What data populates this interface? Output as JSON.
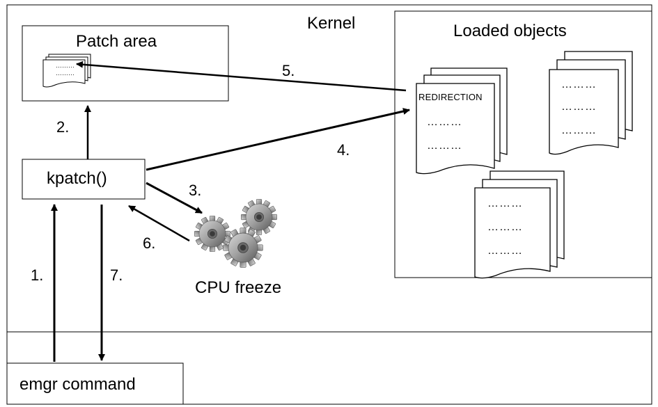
{
  "labels": {
    "kernel": "Kernel",
    "patch_area": "Patch area",
    "loaded_objects": "Loaded objects",
    "kpatch": "kpatch()",
    "emgr_command": "emgr command",
    "cpu_freeze": "CPU freeze",
    "redirection": "REDIRECTION",
    "dots": "………"
  },
  "steps": {
    "s1": "1.",
    "s2": "2.",
    "s3": "3.",
    "s4": "4.",
    "s5": "5.",
    "s6": "6.",
    "s7": "7."
  },
  "icons": {
    "gears": "gears-icon",
    "documents": "document-stack-icon"
  }
}
